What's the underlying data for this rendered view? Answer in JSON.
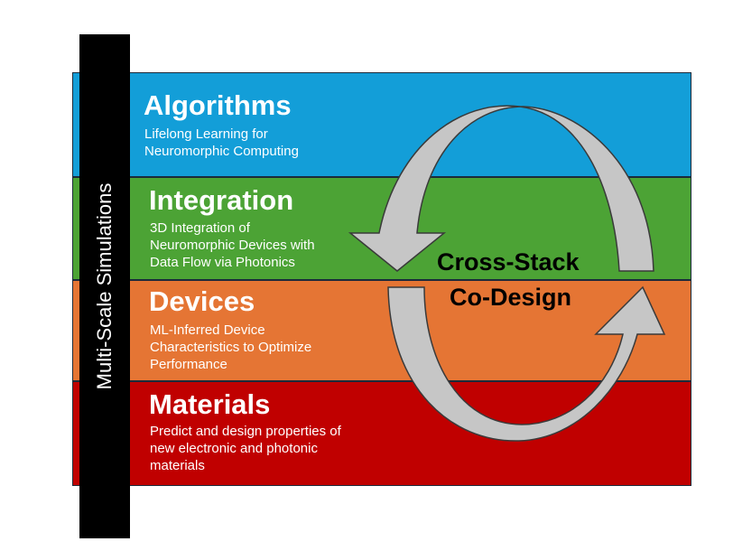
{
  "side_bar": {
    "label": "Multi-Scale Simulations"
  },
  "layers": [
    {
      "title": "Algorithms",
      "description": "Lifelong Learning for\nNeuromorphic Computing",
      "color": "#139ed8"
    },
    {
      "title": "Integration",
      "description": "3D Integration of\nNeuromorphic Devices with\nData Flow via Photonics",
      "color": "#4ca335"
    },
    {
      "title": "Devices",
      "description": "ML-Inferred Device\nCharacteristics to Optimize\nPerformance",
      "color": "#e57534"
    },
    {
      "title": "Materials",
      "description": "Predict and design properties of\nnew electronic and photonic\nmaterials",
      "color": "#c00000"
    }
  ],
  "cycle": {
    "line1": "Cross-Stack",
    "line2": "Co-Design",
    "arrow_color": "#c6c6c6"
  }
}
